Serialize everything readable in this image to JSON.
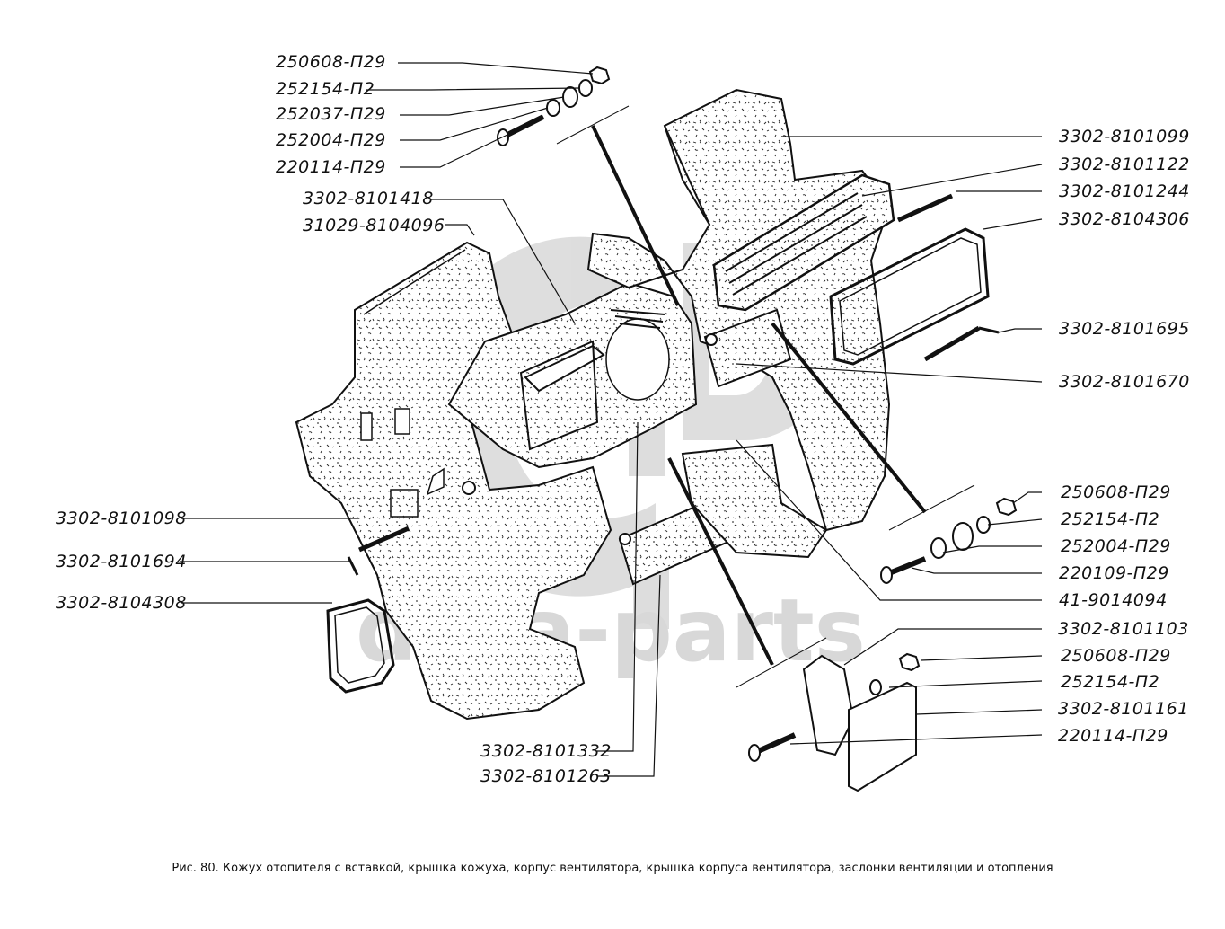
{
  "figure": {
    "caption": "Рис. 80. Кожух отопителя с вставкой, крышка кожуха, корпус вентилятора, крышка корпуса вентилятора, заслонки вентиляции и отопления",
    "watermark": "data-parts",
    "watermark_logo": "GAZ-logo"
  },
  "labels": {
    "top_left": [
      {
        "part": "250608-П29",
        "component": "nut"
      },
      {
        "part": "252154-П2",
        "component": "spring-washer"
      },
      {
        "part": "252037-П29",
        "component": "flat-washer"
      },
      {
        "part": "252004-П29",
        "component": "washer"
      },
      {
        "part": "220114-П29",
        "component": "screw"
      }
    ],
    "upper_left": [
      {
        "part": "3302-8101418",
        "component": "fan-housing-cover"
      },
      {
        "part": "31029-8104096",
        "component": "clip"
      }
    ],
    "left": [
      {
        "part": "3302-8101098",
        "component": "heater-casing-left"
      },
      {
        "part": "3302-8101694",
        "component": "damper-axle"
      },
      {
        "part": "3302-8104308",
        "component": "gasket-frame"
      }
    ],
    "bottom_center": [
      {
        "part": "3302-8101332",
        "component": "seal"
      },
      {
        "part": "3302-8101263",
        "component": "damper"
      }
    ],
    "right_upper": [
      {
        "part": "3302-8101099",
        "component": "heater-casing-right"
      },
      {
        "part": "3302-8101122",
        "component": "insert-grille"
      },
      {
        "part": "3302-8101244",
        "component": "axle"
      },
      {
        "part": "3302-8104306",
        "component": "gasket-frame"
      }
    ],
    "right_middle": [
      {
        "part": "3302-8101695",
        "component": "damper-axle"
      },
      {
        "part": "3302-8101670",
        "component": "damper"
      }
    ],
    "right_hardware": [
      {
        "part": "250608-П29",
        "component": "nut"
      },
      {
        "part": "252154-П2",
        "component": "spring-washer"
      },
      {
        "part": "252004-П29",
        "component": "washer"
      },
      {
        "part": "220109-П29",
        "component": "screw"
      },
      {
        "part": "41-9014094",
        "component": "fastener"
      }
    ],
    "bottom_right": [
      {
        "part": "3302-8101103",
        "component": "bracket"
      },
      {
        "part": "250608-П29",
        "component": "nut"
      },
      {
        "part": "252154-П2",
        "component": "spring-washer"
      },
      {
        "part": "3302-8101161",
        "component": "pad"
      },
      {
        "part": "220114-П29",
        "component": "screw"
      }
    ]
  }
}
